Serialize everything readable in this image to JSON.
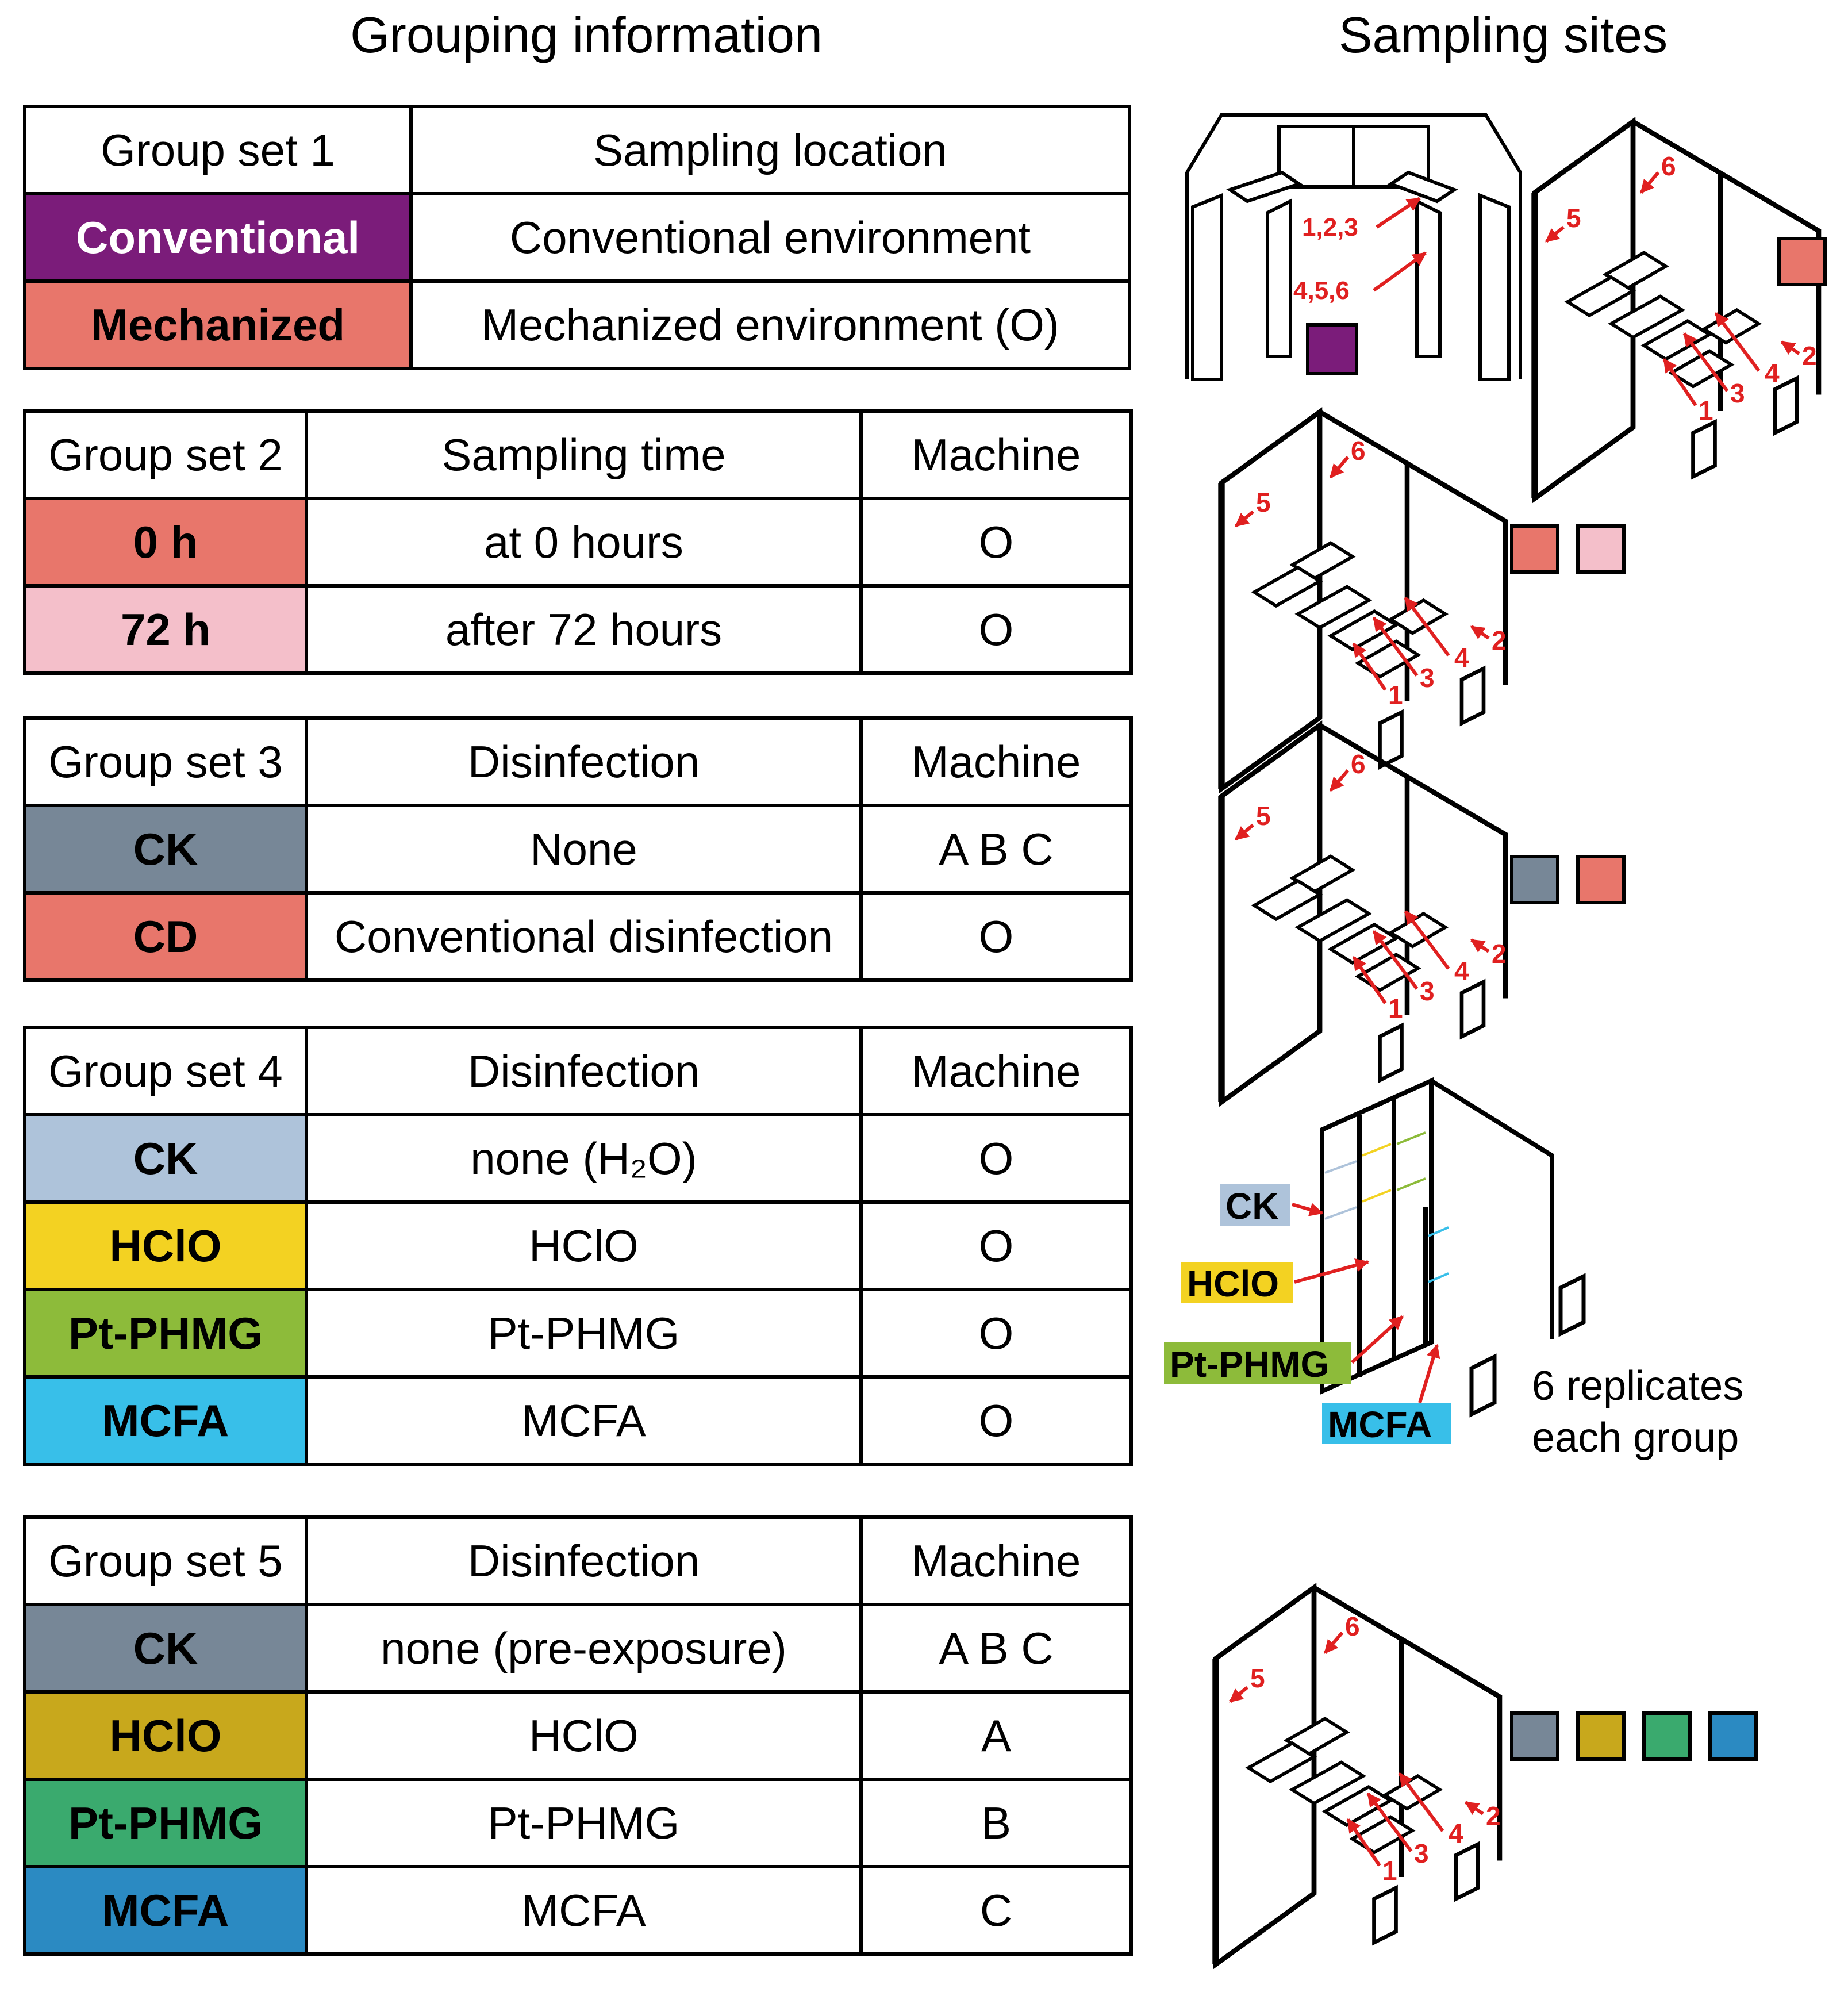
{
  "headers": {
    "grouping": "Grouping information",
    "sampling": "Sampling sites"
  },
  "colors": {
    "conventional": "#7b1c7a",
    "mechanized": "#e8766b",
    "h72": "#f4bfca",
    "ck_slate": "#778797",
    "ck_light": "#aec3da",
    "hclio_yellow": "#f3d222",
    "pt_lime": "#8dbb3a",
    "mcfa_cyan": "#38bfe9",
    "hclo_olive": "#c8a81c",
    "pt_green": "#3aaa6e",
    "mcfa_blue": "#2b8ac2",
    "arrow": "#e02020"
  },
  "tables": [
    {
      "columns": [
        "Group set 1",
        "Sampling location"
      ],
      "rows": [
        {
          "group": "Conventional",
          "color": "#7b1c7a",
          "text_color": "#ffffff",
          "cells": [
            "Conventional environment"
          ]
        },
        {
          "group": "Mechanized",
          "color": "#e8766b",
          "text_color": "#000000",
          "cells": [
            "Mechanized environment (O)"
          ]
        }
      ]
    },
    {
      "columns": [
        "Group set 2",
        "Sampling time",
        "Machine"
      ],
      "rows": [
        {
          "group": "0 h",
          "color": "#e8766b",
          "text_color": "#000000",
          "cells": [
            "at 0 hours",
            "O"
          ]
        },
        {
          "group": "72 h",
          "color": "#f4bfca",
          "text_color": "#000000",
          "cells": [
            "after 72 hours",
            "O"
          ]
        }
      ]
    },
    {
      "columns": [
        "Group set 3",
        "Disinfection",
        "Machine"
      ],
      "rows": [
        {
          "group": "CK",
          "color": "#778797",
          "text_color": "#000000",
          "cells": [
            "None",
            "A B C"
          ]
        },
        {
          "group": "CD",
          "color": "#e8766b",
          "text_color": "#000000",
          "cells": [
            "Conventional disinfection",
            "O"
          ]
        }
      ]
    },
    {
      "columns": [
        "Group set 4",
        "Disinfection",
        "Machine"
      ],
      "rows": [
        {
          "group": "CK",
          "color": "#aec3da",
          "text_color": "#000000",
          "cells": [
            "none (H₂O)",
            "O"
          ]
        },
        {
          "group": "HClO",
          "color": "#f3d222",
          "text_color": "#000000",
          "cells": [
            "HClO",
            "O"
          ]
        },
        {
          "group": "Pt-PHMG",
          "color": "#8dbb3a",
          "text_color": "#000000",
          "cells": [
            "Pt-PHMG",
            "O"
          ]
        },
        {
          "group": "MCFA",
          "color": "#38bfe9",
          "text_color": "#000000",
          "cells": [
            "MCFA",
            "O"
          ]
        }
      ]
    },
    {
      "columns": [
        "Group set 5",
        "Disinfection",
        "Machine"
      ],
      "rows": [
        {
          "group": "CK",
          "color": "#778797",
          "text_color": "#000000",
          "cells": [
            "none (pre-exposure)",
            "A B C"
          ]
        },
        {
          "group": "HClO",
          "color": "#c8a81c",
          "text_color": "#000000",
          "cells": [
            "HClO",
            "A"
          ]
        },
        {
          "group": "Pt-PHMG",
          "color": "#3aaa6e",
          "text_color": "#000000",
          "cells": [
            "Pt-PHMG",
            "B"
          ]
        },
        {
          "group": "MCFA",
          "color": "#2b8ac2",
          "text_color": "#000000",
          "cells": [
            "MCFA",
            "C"
          ]
        }
      ]
    }
  ],
  "site_labels": {
    "conv": [
      "1,2,3",
      "4,5,6"
    ],
    "nums": [
      "1",
      "2",
      "3",
      "4",
      "5",
      "6"
    ]
  },
  "gs4_labels": [
    "CK",
    "HClO",
    "Pt-PHMG",
    "MCFA"
  ],
  "replicates_note": [
    "6 replicates",
    "each group"
  ],
  "swatches": {
    "gs1": [
      "#7b1c7a",
      "#e8766b"
    ],
    "gs2": [
      "#e8766b",
      "#f4bfca"
    ],
    "gs3": [
      "#778797",
      "#e8766b"
    ],
    "gs5": [
      "#778797",
      "#c8a81c",
      "#3aaa6e",
      "#2b8ac2"
    ]
  }
}
